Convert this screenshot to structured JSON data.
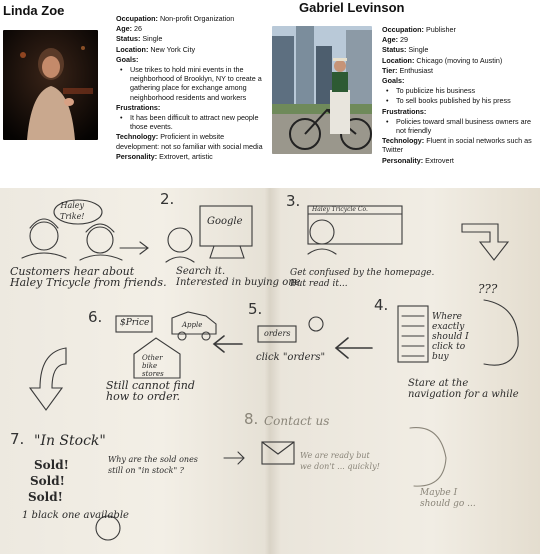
{
  "personas": [
    {
      "name": "Linda Zoe",
      "occupation": "Non-profit Organization",
      "age": "26",
      "status": "Single",
      "location": "New York City",
      "goals": [
        "Use trikes to hold mini events in the neighborhood of Brooklyn, NY to create a gathering place for exchange among neighborhood residents and workers"
      ],
      "frustrations": [
        "It has been difficult to attract new people those events."
      ],
      "technology": "Proficient in website development:   not so familiar with social media",
      "personality": "Extrovert, artistic"
    },
    {
      "name": "Gabriel Levinson",
      "occupation": "Publisher",
      "age": "29",
      "status": "Single",
      "location": "Chicago (moving to Austin)",
      "tier": "Enthusiast",
      "goals": [
        "To publicize his business",
        "To sell books published by his press"
      ],
      "frustrations": [
        "Policies toward small business owners are not friendly"
      ],
      "technology": "Fluent in social networks such as Twitter",
      "personality": "Extrovert"
    }
  ],
  "labels": {
    "occupation": "Occupation:",
    "age": "Age:",
    "status": "Status:",
    "location": "Location:",
    "tier": "Tier:",
    "goals": "Goals:",
    "frustrations": "Frustrations:",
    "technology": "Technology:",
    "personality": "Personality:"
  },
  "sketch": {
    "steps": [
      {
        "num": "2.",
        "caption": "Search it.\nInterested in buying one"
      },
      {
        "num": "3.",
        "caption": "Get confused by the homepage.\nBut read it..."
      },
      {
        "num": "4.",
        "caption": "Stare at the\nnavigation for a while"
      },
      {
        "num": "5.",
        "caption": "click \"orders\""
      },
      {
        "num": "6.",
        "caption": "Still cannot find\nhow to order."
      },
      {
        "num": "7.",
        "caption": "1 black one available"
      },
      {
        "num": "8.",
        "caption": "Contact us"
      }
    ],
    "step1_caption": "Customers hear about\nHaley Tricycle from friends.",
    "bubble_haley": "Haley\nTrike!",
    "screen_google": "Google",
    "homepage_bar": "Haley Tricycle Co.",
    "price_box": "$Price",
    "apple_car": "Apple",
    "other_stores": "Other\nbike\nstores",
    "orders_box": "orders",
    "in_stock": "\"In Stock\"",
    "sold_lines": [
      "Sold!",
      "Sold!",
      "Sold!"
    ],
    "why_sold": "Why are the sold ones\nstill on \"in stock\" ?",
    "where_order": "Where\nexactly\nshould I\nclick to\nbuy",
    "question_marks": "???",
    "ready_busy": "We are ready but\nwe don't ... quickly!",
    "maybe_shop": "Maybe I\nshould go ..."
  }
}
